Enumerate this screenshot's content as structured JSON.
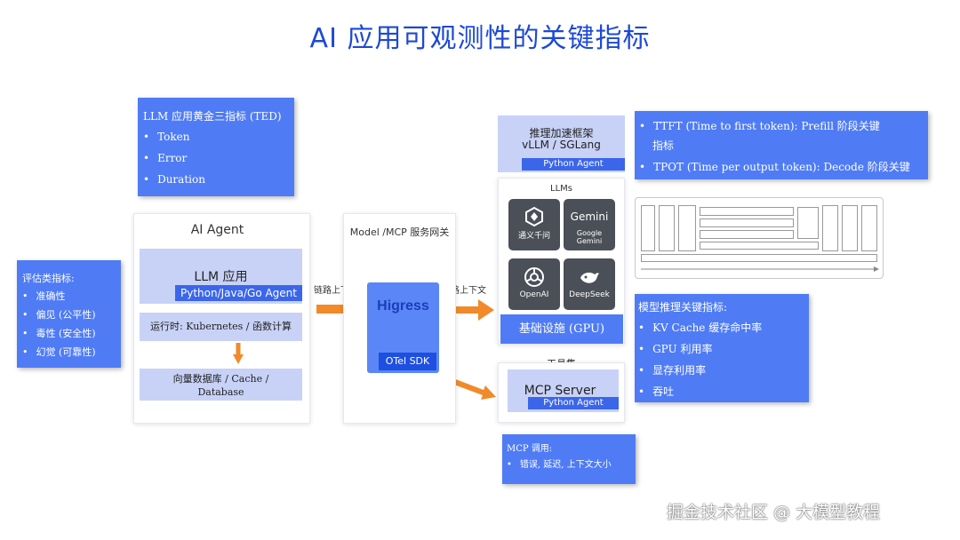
{
  "title": "AI 应用可观测性的关键指标",
  "ted_box": {
    "heading": "LLM 应用黄金三指标 (TED)",
    "items": [
      "Token",
      "Error",
      "Duration"
    ]
  },
  "eval_box": {
    "heading": "评估类指标:",
    "items": [
      "准确性",
      "偏见 (公平性)",
      "毒性 (安全性)",
      "幻觉 (可靠性)"
    ]
  },
  "agent": {
    "title": "AI Agent",
    "llm_app": "LLM 应用",
    "llm_app_tag": "Python/Java/Go Agent",
    "runtime": "运行时: Kubernetes / 函数计算",
    "storage_line1": "向量数据库 / Cache /",
    "storage_line2": "Database"
  },
  "gateway": {
    "title": "Model /MCP 服务网关",
    "logo": "Higress",
    "otel": "OTel SDK",
    "link_left": "链路上下文",
    "link_right": "链路上下文"
  },
  "inference": {
    "line1": "推理加速框架",
    "line2": "vLLM / SGLang",
    "tag": "Python Agent"
  },
  "llms": {
    "title": "LLMs",
    "tiles": [
      {
        "label": "通义千问",
        "icon": "tongyi-icon"
      },
      {
        "label": "Google Gemini",
        "icon": "gemini-icon",
        "logo_text": "Gemini"
      },
      {
        "label": "OpenAI",
        "icon": "openai-icon"
      },
      {
        "label": "DeepSeek",
        "icon": "deepseek-icon"
      }
    ],
    "infra": "基础设施 (GPU)"
  },
  "tools": {
    "title": "工具集",
    "server": "MCP Server",
    "tag": "Python Agent"
  },
  "mcp_box": {
    "heading": "MCP 调用:",
    "items": [
      "错误, 延迟, 上下文大小"
    ]
  },
  "ttft_box": {
    "items": [
      "TTFT (Time to first token): Prefill 阶段关键",
      "TPOT (Time per output token): Decode 阶段关键"
    ],
    "wrap": "指标"
  },
  "model_box": {
    "heading": "模型推理关键指标:",
    "items": [
      "KV Cache 缓存命中率",
      "GPU 利用率",
      "显存利用率",
      "吞吐"
    ]
  },
  "watermark": "掘金技术社区 @ 大模型教程",
  "colors": {
    "accent": "#4f7cf5",
    "title": "#1d49d6",
    "arrow": "#f08a2a",
    "lavender": "#c8d2f7"
  }
}
